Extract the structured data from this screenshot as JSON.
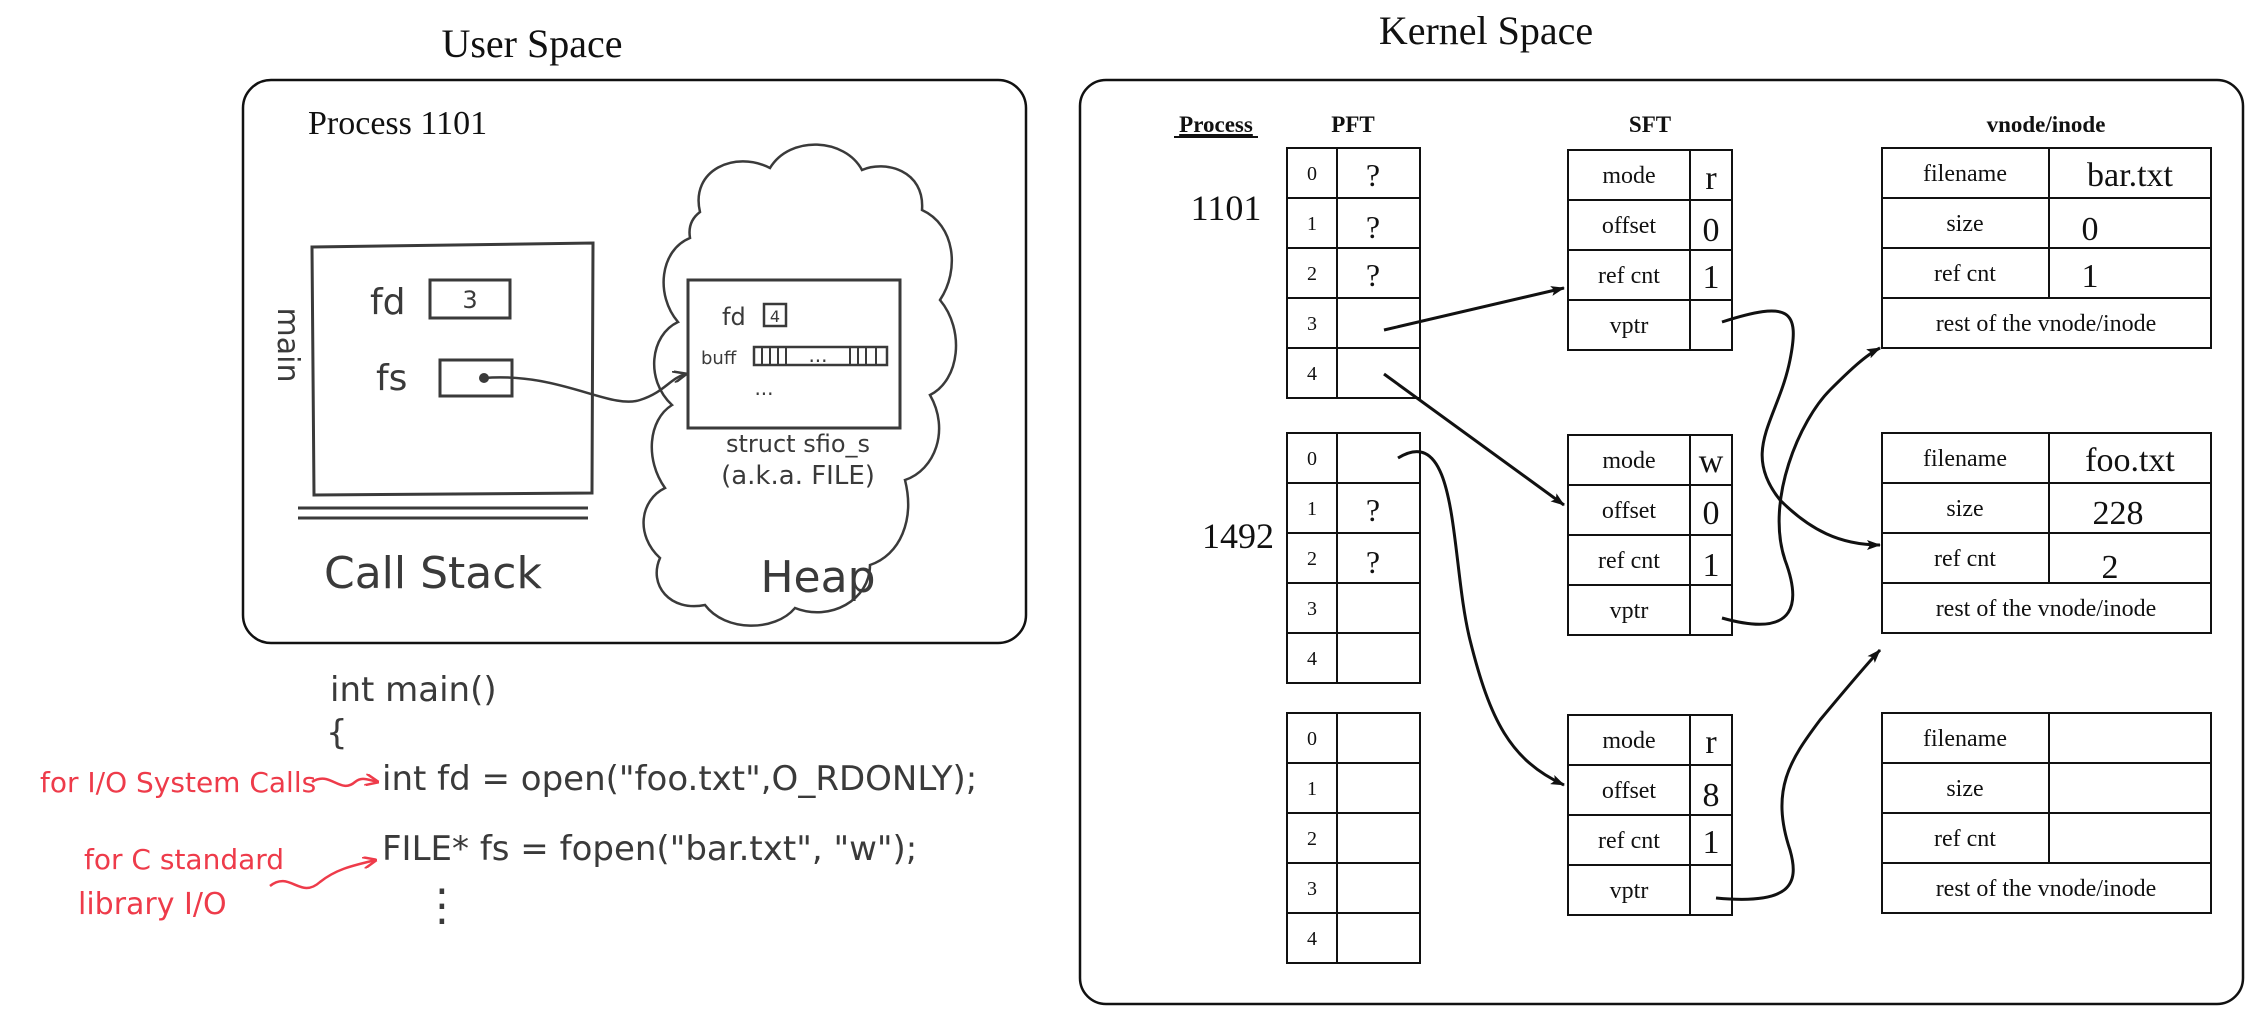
{
  "user_space": {
    "title": "User Space",
    "process_label": "Process 1101",
    "stack": {
      "frame_label": "main",
      "fd_label": "fd",
      "fd_value": "3",
      "fs_label": "fs",
      "caption": "Call Stack"
    },
    "heap": {
      "fd_label": "fd",
      "fd_value": "4",
      "buff_label": "buff",
      "buff_dots": "...",
      "more_dots": "...",
      "struct_line1": "struct sfio_s",
      "struct_line2": "(a.k.a. FILE)",
      "caption": "Heap"
    }
  },
  "code": {
    "line1": "int main()",
    "line2": "{",
    "line3": "int fd = open(\"foo.txt\",O_RDONLY);",
    "line4": "FILE* fs = fopen(\"bar.txt\", \"w\");",
    "line5": "⋮",
    "annotation1": "for I/O System Calls",
    "annotation2_line1": "for C standard",
    "annotation2_line2": "library I/O"
  },
  "kernel_space": {
    "title": "Kernel Space",
    "headers": {
      "process": "Process",
      "pft": "PFT",
      "sft": "SFT",
      "vnode": "vnode/inode"
    },
    "pfts": [
      {
        "process": "1101",
        "rows": [
          {
            "index": "0",
            "value": "?"
          },
          {
            "index": "1",
            "value": "?"
          },
          {
            "index": "2",
            "value": "?"
          },
          {
            "index": "3",
            "value": ""
          },
          {
            "index": "4",
            "value": ""
          }
        ]
      },
      {
        "process": "1492",
        "rows": [
          {
            "index": "0",
            "value": ""
          },
          {
            "index": "1",
            "value": "?"
          },
          {
            "index": "2",
            "value": "?"
          },
          {
            "index": "3",
            "value": ""
          },
          {
            "index": "4",
            "value": ""
          }
        ]
      },
      {
        "process": "",
        "rows": [
          {
            "index": "0",
            "value": ""
          },
          {
            "index": "1",
            "value": ""
          },
          {
            "index": "2",
            "value": ""
          },
          {
            "index": "3",
            "value": ""
          },
          {
            "index": "4",
            "value": ""
          }
        ]
      }
    ],
    "sft_entries": [
      {
        "rows": [
          {
            "label": "mode",
            "value": "r"
          },
          {
            "label": "offset",
            "value": "0"
          },
          {
            "label": "ref cnt",
            "value": "1"
          },
          {
            "label": "vptr",
            "value": ""
          }
        ]
      },
      {
        "rows": [
          {
            "label": "mode",
            "value": "w"
          },
          {
            "label": "offset",
            "value": "0"
          },
          {
            "label": "ref cnt",
            "value": "1"
          },
          {
            "label": "vptr",
            "value": ""
          }
        ]
      },
      {
        "rows": [
          {
            "label": "mode",
            "value": "r"
          },
          {
            "label": "offset",
            "value": "8"
          },
          {
            "label": "ref cnt",
            "value": "1"
          },
          {
            "label": "vptr",
            "value": ""
          }
        ]
      }
    ],
    "vnodes": [
      {
        "rows": [
          {
            "label": "filename",
            "value": "bar.txt"
          },
          {
            "label": "size",
            "value": "0"
          },
          {
            "label": "ref cnt",
            "value": "1"
          }
        ],
        "rest": "rest of the vnode/inode"
      },
      {
        "rows": [
          {
            "label": "filename",
            "value": "foo.txt"
          },
          {
            "label": "size",
            "value": "228"
          },
          {
            "label": "ref cnt",
            "value": "2"
          }
        ],
        "rest": "rest of the vnode/inode"
      },
      {
        "rows": [
          {
            "label": "filename",
            "value": ""
          },
          {
            "label": "size",
            "value": ""
          },
          {
            "label": "ref cnt",
            "value": ""
          }
        ],
        "rest": "rest of the vnode/inode"
      }
    ]
  },
  "colors": {
    "ink": "#111111",
    "pencil": "#3a3a3a",
    "annotation": "#ee3b4a"
  }
}
